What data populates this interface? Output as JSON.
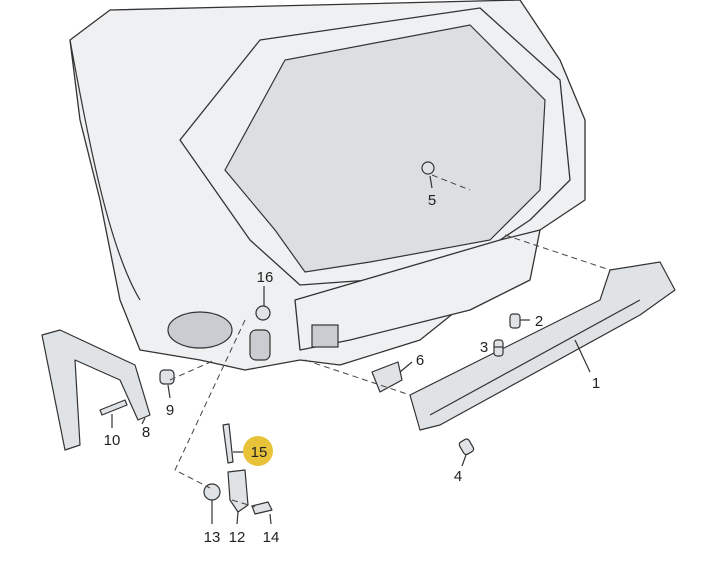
{
  "diagram": {
    "title": "Rear bumper carrier exploded view",
    "highlight_color": "#E8C33A",
    "labels": [
      {
        "id": "1",
        "text": "1"
      },
      {
        "id": "2",
        "text": "2"
      },
      {
        "id": "3",
        "text": "3"
      },
      {
        "id": "4",
        "text": "4"
      },
      {
        "id": "5",
        "text": "5"
      },
      {
        "id": "6",
        "text": "6"
      },
      {
        "id": "8",
        "text": "8"
      },
      {
        "id": "9",
        "text": "9"
      },
      {
        "id": "10",
        "text": "10"
      },
      {
        "id": "12",
        "text": "12"
      },
      {
        "id": "13",
        "text": "13"
      },
      {
        "id": "14",
        "text": "14"
      },
      {
        "id": "15",
        "text": "15"
      },
      {
        "id": "16",
        "text": "16"
      }
    ]
  }
}
